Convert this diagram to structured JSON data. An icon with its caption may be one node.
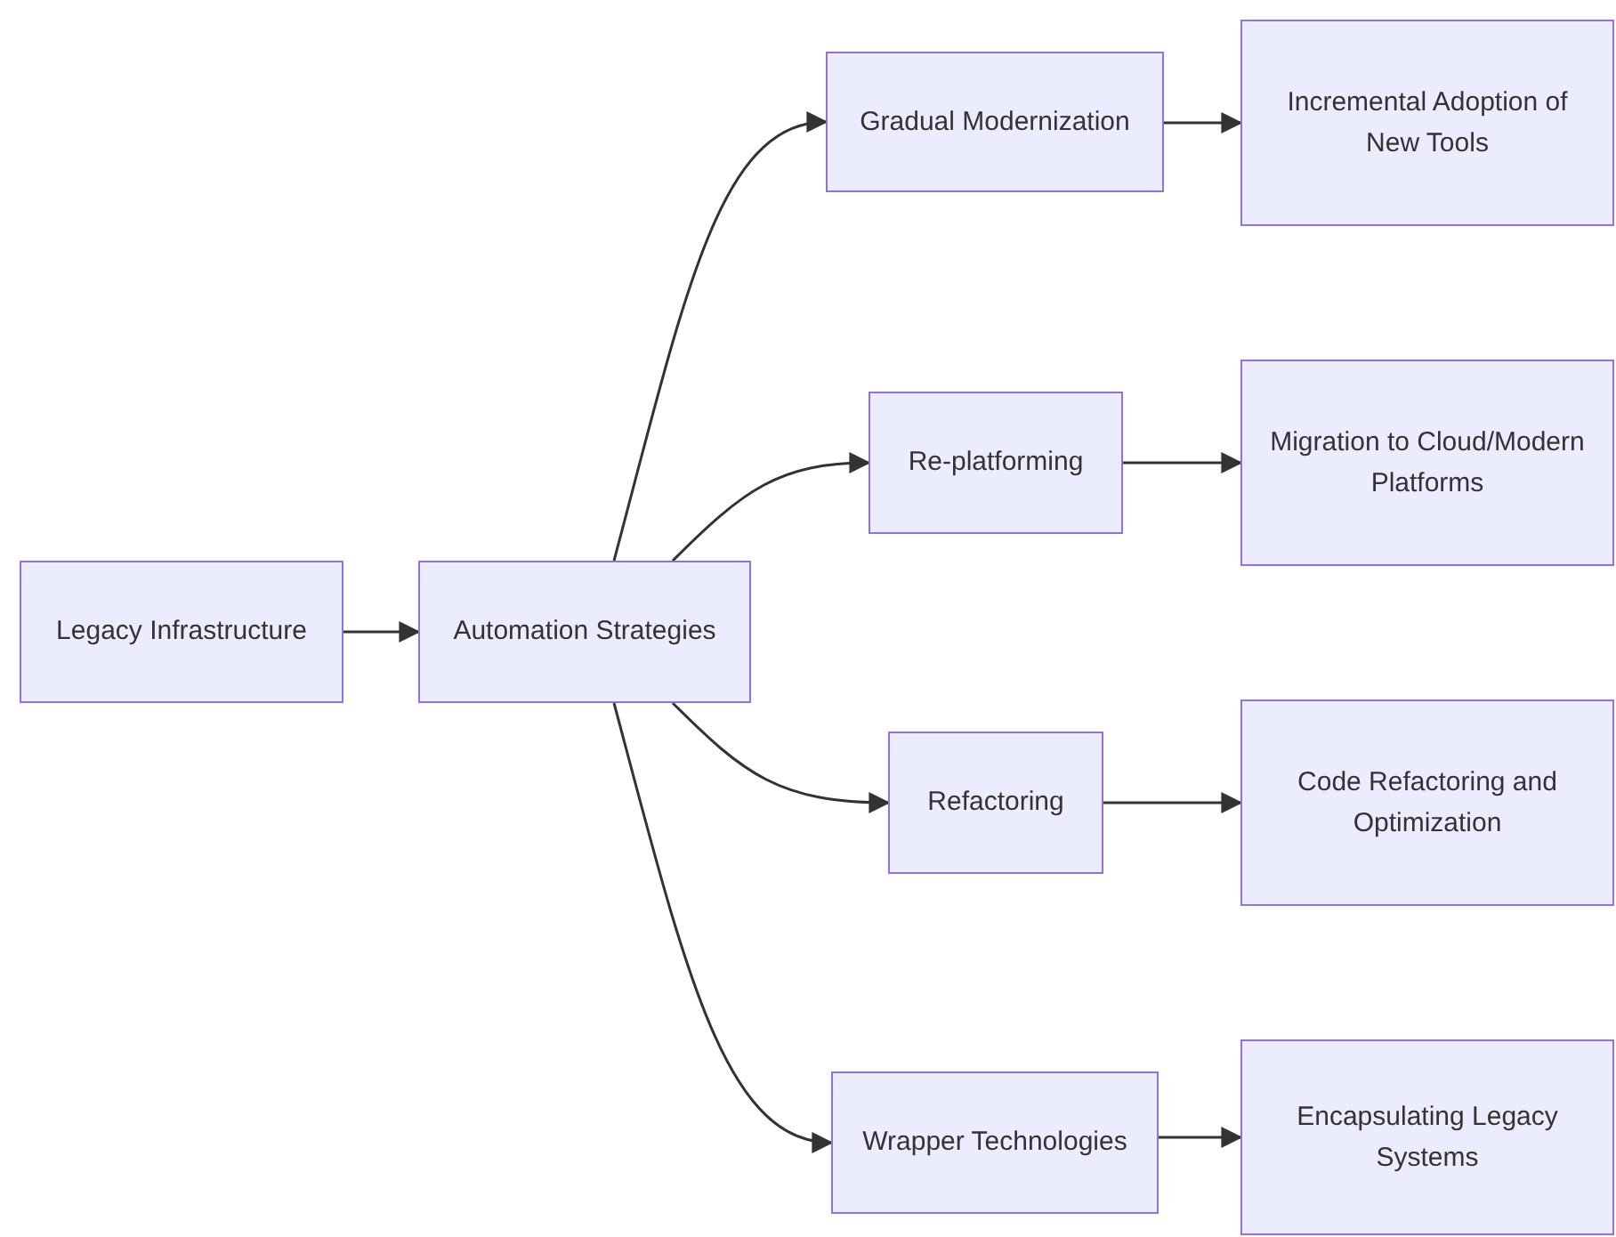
{
  "diagram": {
    "nodes": [
      {
        "text": [
          "Legacy Infrastructure"
        ]
      },
      {
        "text": [
          "Automation Strategies"
        ]
      },
      {
        "text": [
          "Gradual Modernization"
        ]
      },
      {
        "text": [
          "Incremental Adoption of New Tools"
        ]
      },
      {
        "text": [
          "Re-platforming"
        ]
      },
      {
        "text": [
          "Migration to Cloud/Modern Platforms"
        ]
      },
      {
        "text": [
          "Refactoring"
        ]
      },
      {
        "text": [
          "Code Refactoring and Optimization"
        ]
      },
      {
        "text": [
          "Wrapper Technologies"
        ]
      },
      {
        "text": [
          "Encapsulating Legacy Systems"
        ]
      }
    ],
    "edges": [
      {
        "from": 0,
        "to": 1,
        "arrow": "to"
      },
      {
        "from": 1,
        "to": 2,
        "arrow": "to"
      },
      {
        "from": 1,
        "to": 4,
        "arrow": "to"
      },
      {
        "from": 1,
        "to": 6,
        "arrow": "to"
      },
      {
        "from": 1,
        "to": 8,
        "arrow": "to"
      },
      {
        "from": 2,
        "to": 3,
        "arrow": "to"
      },
      {
        "from": 4,
        "to": 5,
        "arrow": "to"
      },
      {
        "from": 6,
        "to": 7,
        "arrow": "to"
      },
      {
        "from": 8,
        "to": 9,
        "arrow": "to"
      }
    ]
  }
}
